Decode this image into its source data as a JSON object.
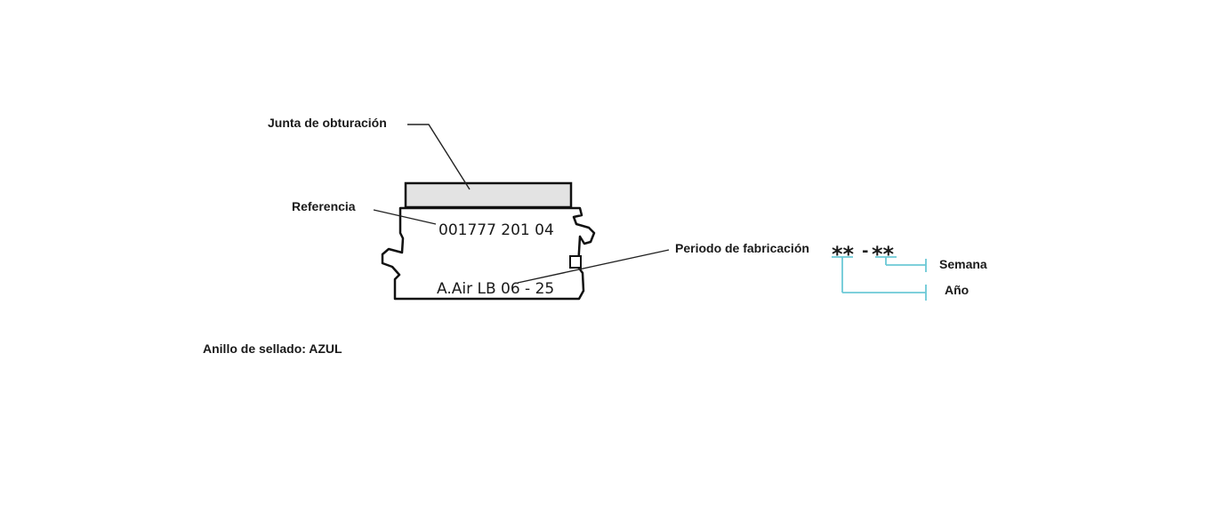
{
  "labels": {
    "junta": "Junta de obturación",
    "referencia": "Referencia",
    "periodo": "Periodo de fabricación",
    "semana": "Semana",
    "anio": "Año",
    "anillo": "Anillo de sellado: AZUL"
  },
  "part": {
    "reference_code": "001777 201 04",
    "marking": "A.Air LB 06 - 25"
  },
  "date_code": {
    "year_part": "**",
    "separator": "-",
    "week_part": "**"
  },
  "colors": {
    "bracket": "#6cc9d6",
    "seal_fill": "#e3e3e3",
    "outline": "#111111"
  }
}
